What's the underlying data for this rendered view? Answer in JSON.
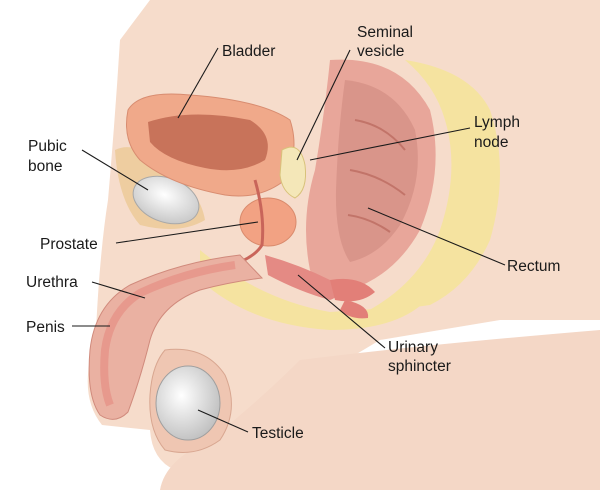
{
  "labels": {
    "bladder": "Bladder",
    "seminal_vesicle_line1": "Seminal",
    "seminal_vesicle_line2": "vesicle",
    "lymph_node_line1": "Lymph",
    "lymph_node_line2": "node",
    "pubic_bone_line1": "Pubic",
    "pubic_bone_line2": "bone",
    "prostate": "Prostate",
    "urethra": "Urethra",
    "penis": "Penis",
    "rectum": "Rectum",
    "urinary_sphincter_line1": "Urinary",
    "urinary_sphincter_line2": "sphincter",
    "testicle": "Testicle"
  },
  "colors": {
    "skin": "#f6dccb",
    "skin_shadow": "#e9bfa6",
    "fat_yellow": "#f5e3a0",
    "bladder_wall": "#f0a98a",
    "bladder_lumen": "#d9896b",
    "rectum": "#e8a69a",
    "rectum_dark": "#c97a70",
    "muscle": "#e48a84",
    "bone": "#e6e6e6",
    "prostate": "#f2a283",
    "seminal_vesicle": "#f4e7b8",
    "testicle": "#dcdcdc",
    "penis_tissue": "#eab1a2"
  }
}
